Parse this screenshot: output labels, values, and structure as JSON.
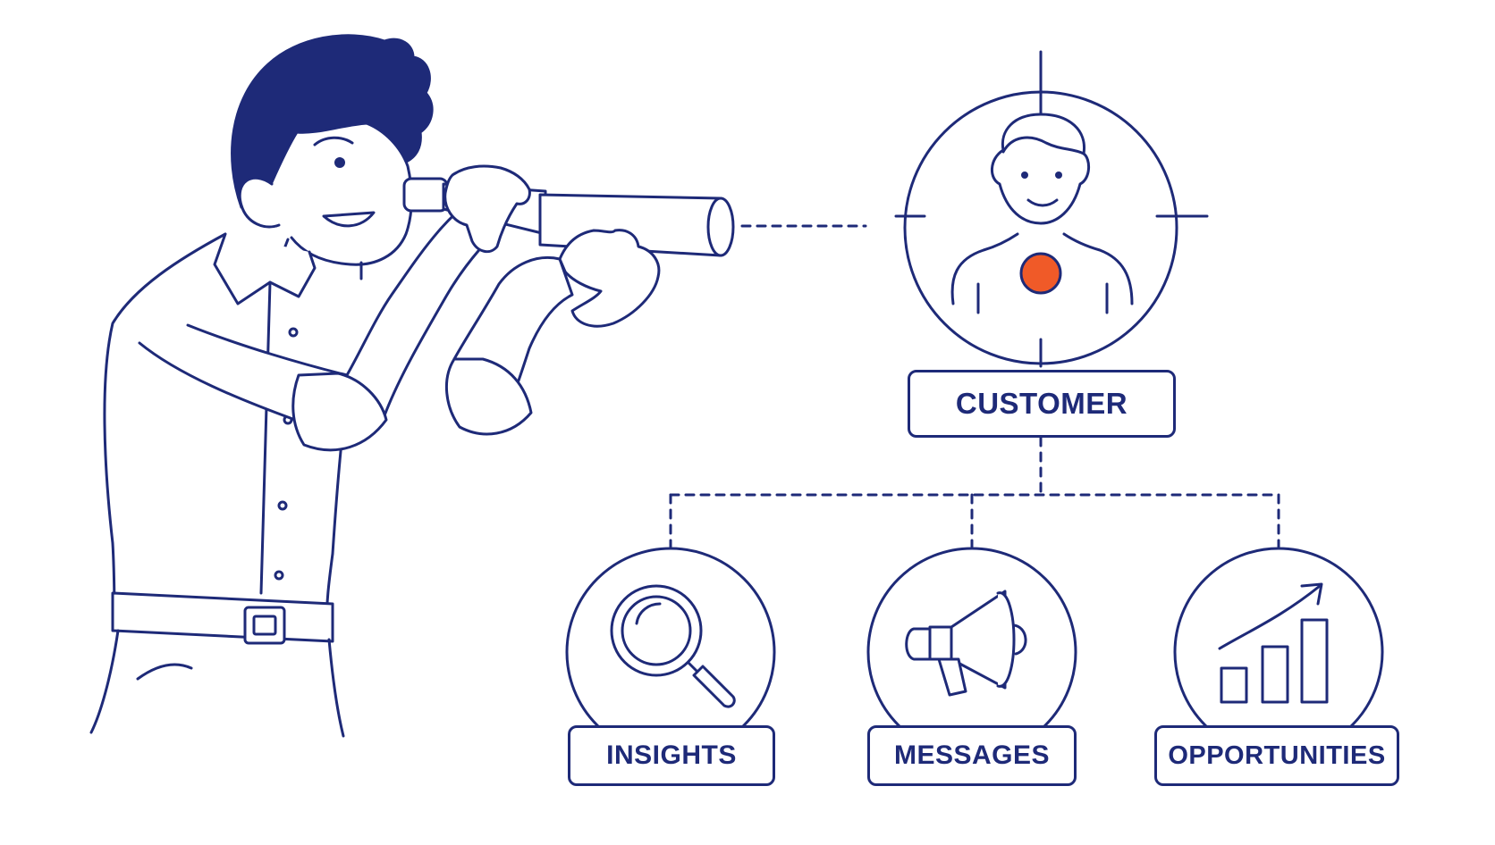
{
  "colors": {
    "ink": "#1e2a78",
    "accent": "#f05a28",
    "background": "#ffffff"
  },
  "center_node": {
    "label": "CUSTOMER",
    "icon": "person-target-icon"
  },
  "branches": [
    {
      "label": "INSIGHTS",
      "icon": "magnifier-icon"
    },
    {
      "label": "MESSAGES",
      "icon": "megaphone-icon"
    },
    {
      "label": "OPPORTUNITIES",
      "icon": "growth-chart-icon"
    }
  ],
  "illustration": {
    "icon": "man-with-telescope-icon"
  }
}
